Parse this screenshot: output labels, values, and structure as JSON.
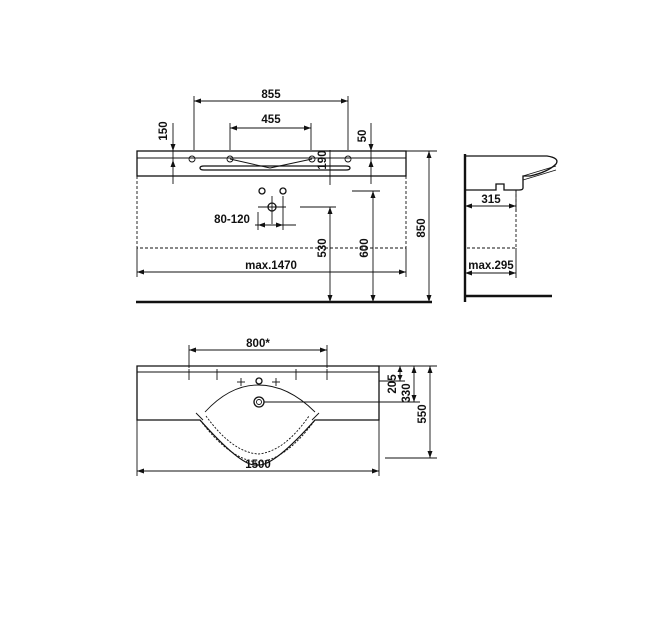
{
  "front_view": {
    "dims": {
      "tap_holes_outer": "855",
      "tap_holes_inner": "455",
      "left_height": "150",
      "right_height": "50",
      "towel_rail": "190",
      "waste_spacing": "80-120",
      "height_530": "530",
      "height_600": "600",
      "total_height": "850",
      "max_width": "max.1470"
    }
  },
  "side_view": {
    "dims": {
      "depth_315": "315",
      "max_depth": "max.295"
    }
  },
  "top_view": {
    "dims": {
      "width_800": "800*",
      "depth_205": "205",
      "depth_330": "330",
      "depth_550": "550",
      "total_width": "1500"
    }
  },
  "colors": {
    "line": "#111111",
    "background": "#ffffff"
  }
}
